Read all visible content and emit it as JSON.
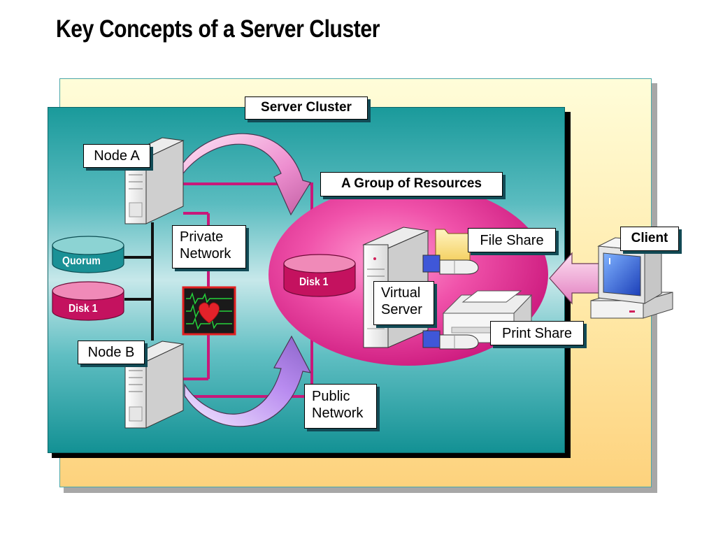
{
  "title": "Key Concepts of a Server Cluster",
  "labels": {
    "server_cluster": "Server Cluster",
    "node_a": "Node A",
    "node_b": "Node B",
    "group_of_resources": "A Group of Resources",
    "private_network_line1": "Private",
    "private_network_line2": "Network",
    "public_network_line1": "Public",
    "public_network_line2": "Network",
    "virtual_server_line1": "Virtual",
    "virtual_server_line2": "Server",
    "file_share": "File Share",
    "print_share": "Print Share",
    "client": "Client"
  },
  "disks": {
    "quorum": "Quorum",
    "cluster_disk": "Disk 1",
    "group_disk": "Disk 1"
  },
  "colors": {
    "teal_panel": "#1a9a9b",
    "yellow_panel": "#fde9a8",
    "network_line": "#c8187a",
    "resource_group": "#d81e86",
    "node_a_arrow": "#ee8fd0",
    "node_b_arrow": "#b98cf0",
    "client_arrow": "#e890c8",
    "quorum_disk": "#1a9196",
    "cluster_disk": "#c4125f"
  }
}
